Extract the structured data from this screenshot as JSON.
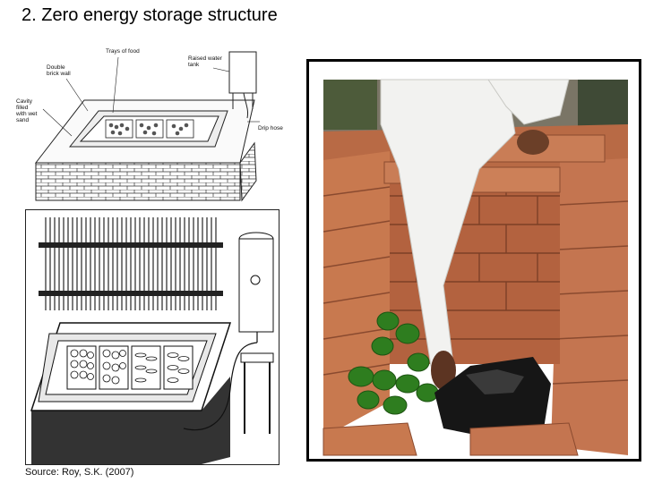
{
  "slide": {
    "title": "2. Zero energy storage structure",
    "source": "Source: Roy, S.K. (2007)"
  },
  "diagram_labels": {
    "trays_of_food": "Trays of food",
    "double_brick_wall": "Double\nbrick wall",
    "raised_water_tank": "Raised water\ntank",
    "cavity": "Cavity\nfilled\nwith wet\nsand",
    "drip_hose": "Drip hose"
  },
  "colors": {
    "brick": "#c8794f",
    "brick_dark": "#9a5436",
    "peppers": "#2e7d1f",
    "shirt": "#f2f2f0"
  }
}
